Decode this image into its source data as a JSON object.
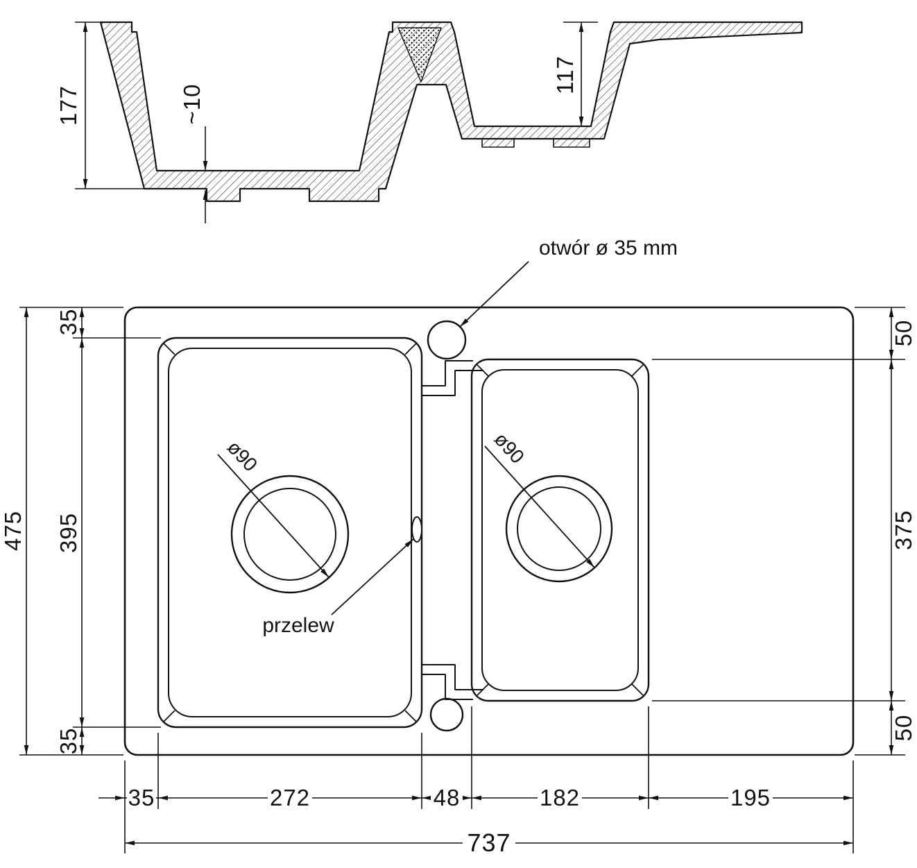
{
  "drawing": {
    "section": {
      "total_depth": "177",
      "bottom_thickness": "~10",
      "small_bowl_depth": "117"
    },
    "plan": {
      "tap_hole_label": "otwór ø 35 mm",
      "overflow_label": "przelew",
      "left_drain_diameter": "ø90",
      "right_drain_diameter": "ø90",
      "left_top_margin": "35",
      "left_bowl_height": "395",
      "left_bottom_margin": "35",
      "total_height": "475",
      "right_top_margin": "50",
      "right_bowl_height": "375",
      "right_bottom_margin": "50",
      "bottom_left_margin": "35",
      "left_bowl_width": "272",
      "divider_width": "48",
      "right_bowl_width": "182",
      "drainer_width": "195",
      "total_width": "737"
    }
  }
}
